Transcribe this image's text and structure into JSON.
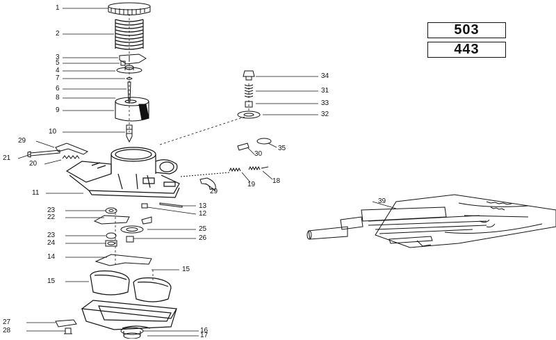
{
  "models": [
    "503",
    "443"
  ],
  "callouts": [
    {
      "id": "c1",
      "label": "1"
    },
    {
      "id": "c2",
      "label": "2"
    },
    {
      "id": "c3",
      "label": "3"
    },
    {
      "id": "c5",
      "label": "5"
    },
    {
      "id": "c4",
      "label": "4"
    },
    {
      "id": "c7",
      "label": "7"
    },
    {
      "id": "c6",
      "label": "6"
    },
    {
      "id": "c8",
      "label": "8"
    },
    {
      "id": "c9",
      "label": "9"
    },
    {
      "id": "c10",
      "label": "10"
    },
    {
      "id": "c29a",
      "label": "29"
    },
    {
      "id": "c21",
      "label": "21"
    },
    {
      "id": "c20",
      "label": "20"
    },
    {
      "id": "c11",
      "label": "11"
    },
    {
      "id": "c23a",
      "label": "23"
    },
    {
      "id": "c22",
      "label": "22"
    },
    {
      "id": "c23b",
      "label": "23"
    },
    {
      "id": "c24",
      "label": "24"
    },
    {
      "id": "c14",
      "label": "14"
    },
    {
      "id": "c15a",
      "label": "15"
    },
    {
      "id": "c27",
      "label": "27"
    },
    {
      "id": "c28",
      "label": "28"
    },
    {
      "id": "c34",
      "label": "34"
    },
    {
      "id": "c31",
      "label": "31"
    },
    {
      "id": "c33",
      "label": "33"
    },
    {
      "id": "c32",
      "label": "32"
    },
    {
      "id": "c30",
      "label": "30"
    },
    {
      "id": "c35",
      "label": "35"
    },
    {
      "id": "c19",
      "label": "19"
    },
    {
      "id": "c18",
      "label": "18"
    },
    {
      "id": "c29b",
      "label": "29"
    },
    {
      "id": "c13",
      "label": "13"
    },
    {
      "id": "c12",
      "label": "12"
    },
    {
      "id": "c25",
      "label": "25"
    },
    {
      "id": "c26",
      "label": "26"
    },
    {
      "id": "c15b",
      "label": "15"
    },
    {
      "id": "c16",
      "label": "16"
    },
    {
      "id": "c17",
      "label": "17"
    },
    {
      "id": "c39",
      "label": "39"
    }
  ]
}
